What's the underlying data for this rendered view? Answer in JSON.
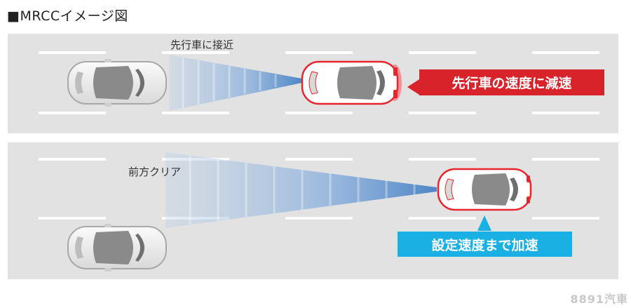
{
  "title": "■MRCCイメージ図",
  "panel_top": {
    "caption": "先行車に接近",
    "callout": "先行車の速度に減速"
  },
  "panel_bottom": {
    "caption": "前方クリア",
    "callout": "設定速度まで加速"
  },
  "watermark": "8891汽車",
  "colors": {
    "road": "#e2e2e2",
    "lane_marking": "#ffffff",
    "radar_beam": "#7aa6d6",
    "lead_vehicle": "#e8242c",
    "decelerate_callout": "#d8232a",
    "accelerate_callout": "#1ab0e4"
  }
}
